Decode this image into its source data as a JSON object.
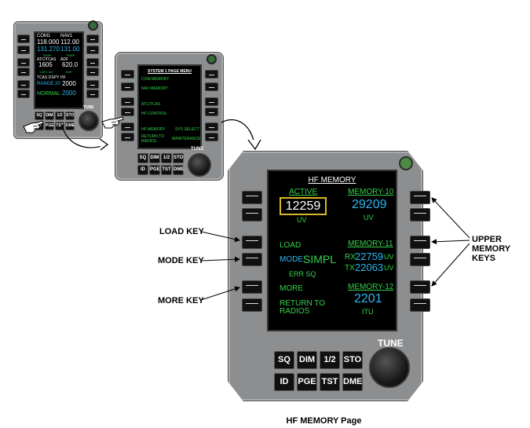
{
  "colors": {
    "screen_green": "#35d24a",
    "screen_cyan": "#2ab7f0",
    "panel_gray": "#8c8e90",
    "highlight_box": "#d9b62a"
  },
  "small_panel": {
    "com_label": "COM1",
    "com_freq": "118.000",
    "com_stby": "131.270",
    "com_stby_label": "TEMP",
    "nav_label": "NAV1",
    "nav_freq": "112.00",
    "nav_stby": "131.00",
    "nav_stby_label": "TEMP",
    "xpdr_label": "ATC/TCAS",
    "xpdr_code": "1605",
    "xpdr_sub": "1 ATC ALT",
    "adf_label": "ADF",
    "adf_freq": "620.0",
    "adf_sub": "ANT",
    "tcas_label": "TCAS DSPY",
    "tcas_mode": "RANGE 20",
    "tcas_normal": "NORMAL",
    "hf_label": "HF",
    "hf_freq": "2000",
    "hf_stby": "2000",
    "keys_row1": [
      "SQ",
      "DIM",
      "1/2",
      "STO"
    ],
    "keys_row2": [
      "ID",
      "PGE",
      "TST",
      "DME"
    ],
    "tune": "TUNE"
  },
  "menu_panel": {
    "title": "SYSTEM 1 PAGE MENU",
    "items": [
      "COM MEMORY",
      "NAV MEMORY",
      "ATC/TCAS",
      "HF CONTROL",
      "HF MEMORY",
      "RETURN TO RADIOS"
    ],
    "right_items": [
      "SYS SELECT",
      "MAINTENANCE"
    ],
    "keys_row1": [
      "SQ",
      "DIM",
      "1/2",
      "STO"
    ],
    "keys_row2": [
      "ID",
      "PGE",
      "TST",
      "DME"
    ],
    "tune": "TUNE"
  },
  "main_panel": {
    "title": "HF MEMORY",
    "active_label": "ACTIVE",
    "active_freq": "12259",
    "active_mode": "UV",
    "mem10_label": "MEMORY-10",
    "mem10_freq": "29209",
    "mem10_mode": "UV",
    "load": "LOAD",
    "mode_label": "MODE:",
    "mode_value": "SIMPL",
    "err": "ERR SQ",
    "more": "MORE",
    "return_line1": "RETURN TO",
    "return_line2": "RADIOS",
    "mem11_label": "MEMORY-11",
    "mem11_rx_label": "RX",
    "mem11_rx": "22759",
    "mem11_rx_mode": "UV",
    "mem11_tx_label": "TX",
    "mem11_tx": "22063",
    "mem11_tx_mode": "UV",
    "mem12_label": "MEMORY-12",
    "mem12_freq": "2201",
    "mem12_mode": "ITU",
    "keys_row1": [
      "SQ",
      "DIM",
      "1/2",
      "STO"
    ],
    "keys_row2": [
      "ID",
      "PGE",
      "TST",
      "DME"
    ],
    "tune": "TUNE"
  },
  "callouts": {
    "load_key": "LOAD KEY",
    "mode_key": "MODE KEY",
    "more_key": "MORE KEY",
    "upper_line1": "UPPER",
    "upper_line2": "MEMORY KEYS"
  },
  "caption": "HF MEMORY Page"
}
